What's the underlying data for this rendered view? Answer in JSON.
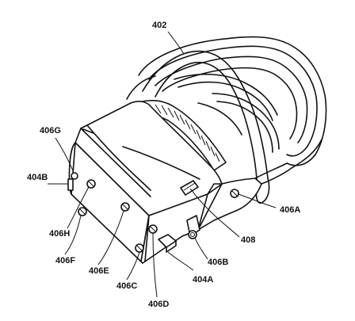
{
  "figure": {
    "labels": {
      "l402": "402",
      "l406G": "406G",
      "l404B": "404B",
      "l406H": "406H",
      "l406F": "406F",
      "l406E": "406E",
      "l406C": "406C",
      "l406D": "406D",
      "l404A": "404A",
      "l406B": "406B",
      "l408": "408",
      "l406A": "406A"
    }
  }
}
